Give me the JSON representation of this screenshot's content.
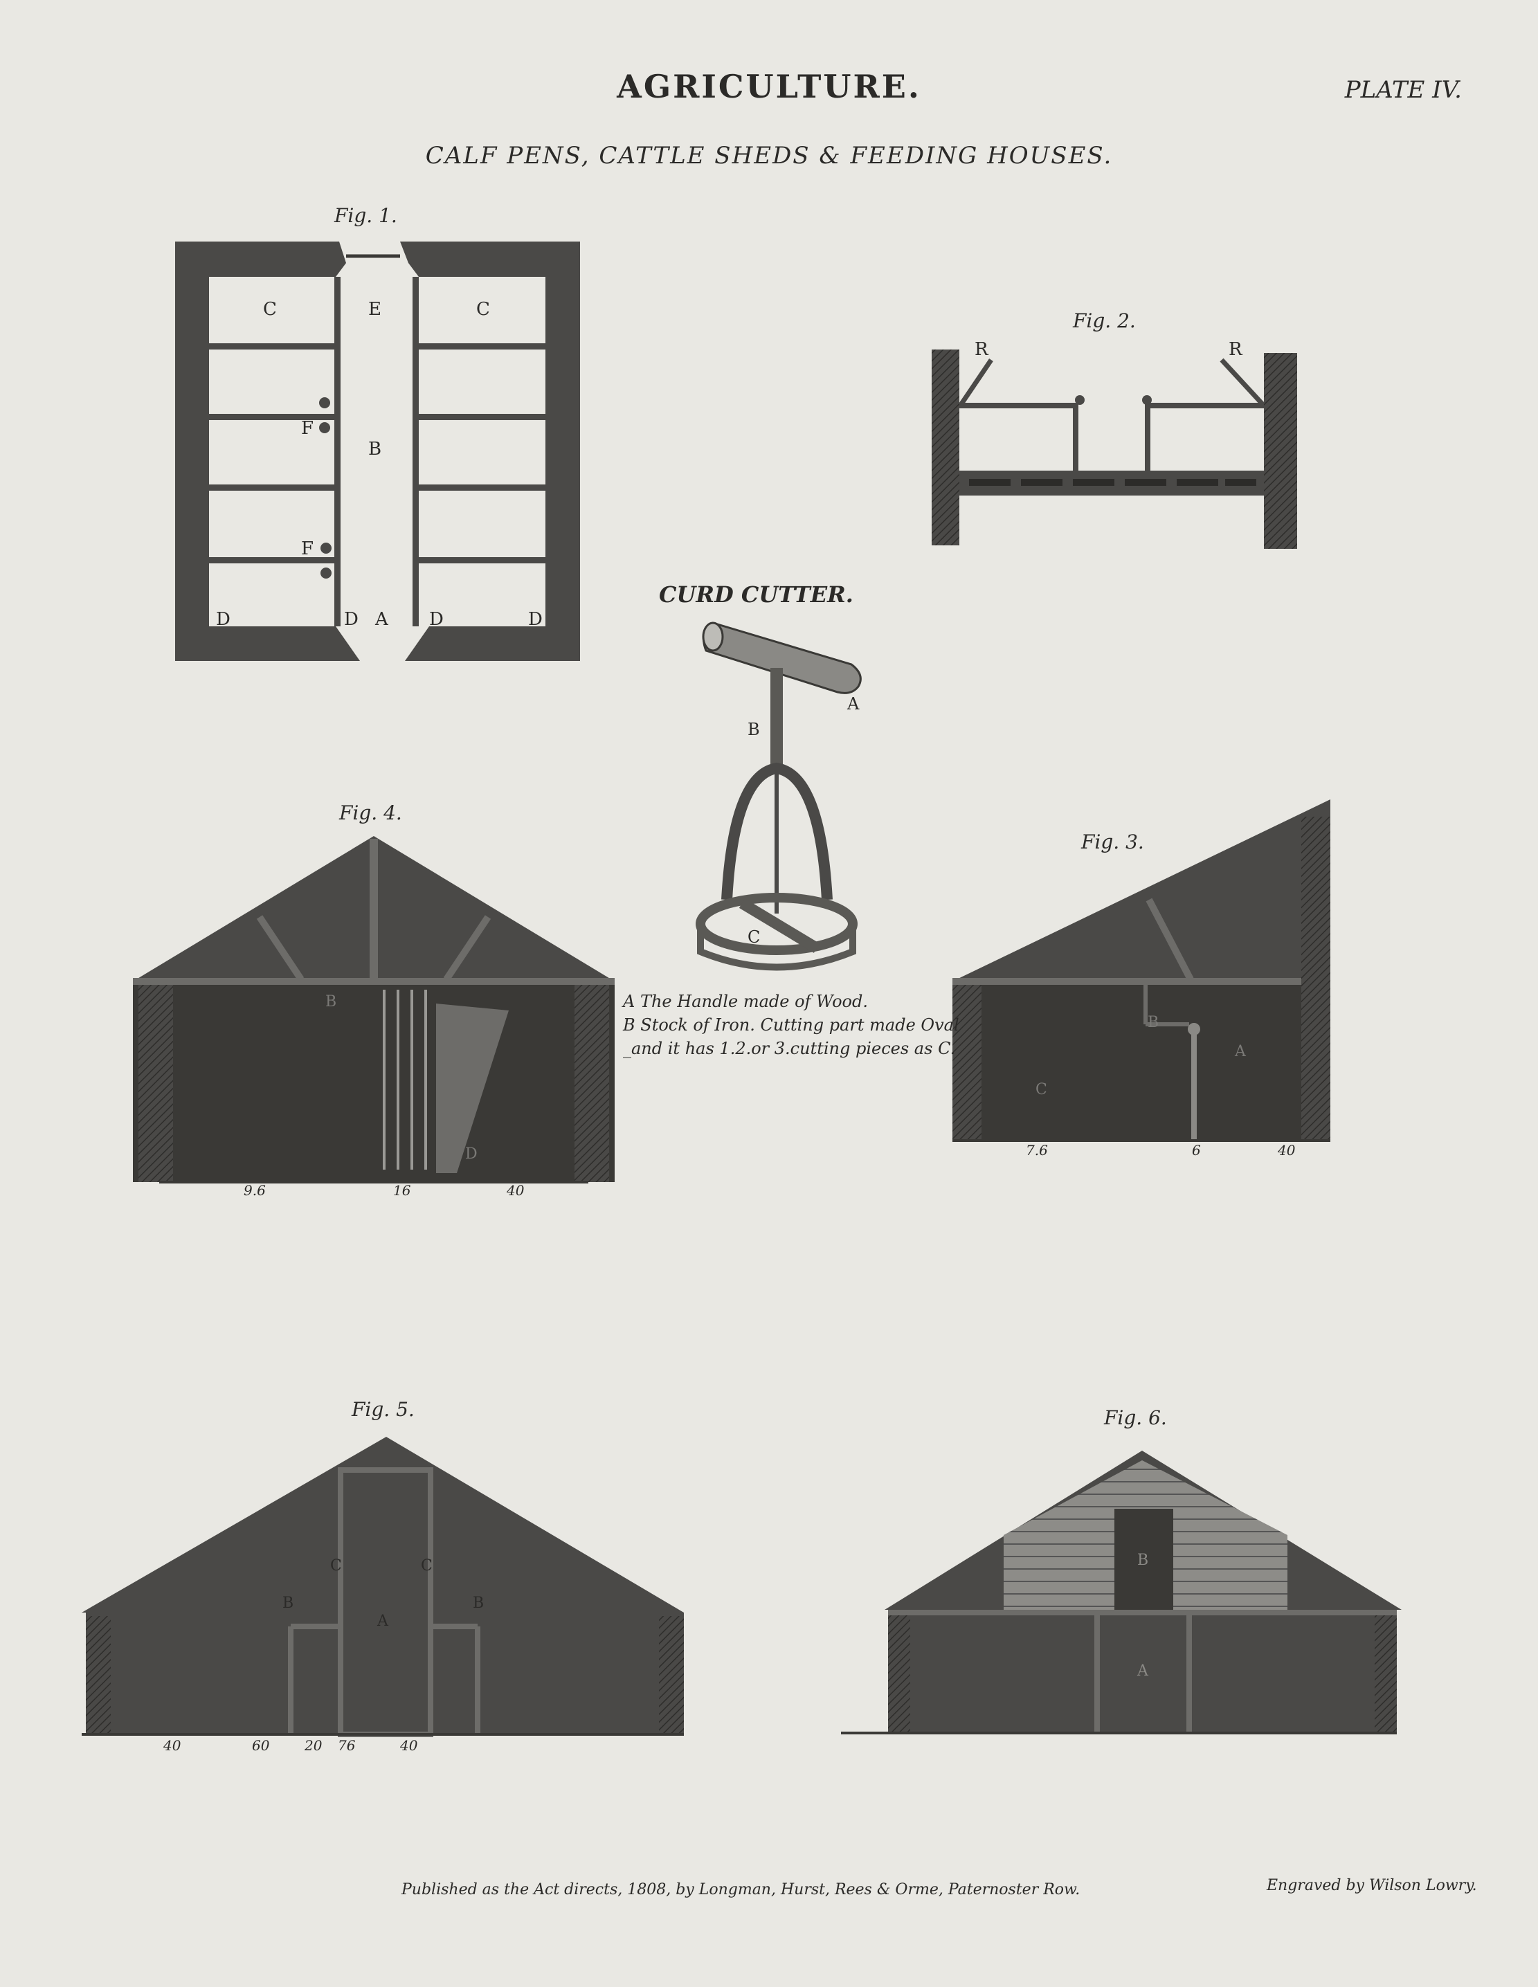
{
  "header": {
    "title": "AGRICULTURE.",
    "plate": "PLATE IV.",
    "subtitle": "CALF PENS, CATTLE SHEDS & FEEDING HOUSES."
  },
  "figures": {
    "fig1": {
      "label": "Fig. 1.",
      "letters": [
        "C",
        "E",
        "C",
        "F",
        "B",
        "F",
        "D",
        "D",
        "A",
        "D",
        "D"
      ]
    },
    "fig2": {
      "label": "Fig. 2.",
      "letters": [
        "R",
        "R"
      ]
    },
    "fig3": {
      "label": "Fig. 3.",
      "letters": [
        "B",
        "A",
        "C"
      ],
      "measures": [
        "7.6",
        "6",
        "40"
      ]
    },
    "fig4": {
      "label": "Fig. 4.",
      "letters": [
        "B",
        "D"
      ],
      "measures": [
        "9.6",
        "16",
        "40"
      ]
    },
    "fig5": {
      "label": "Fig. 5.",
      "letters": [
        "C",
        "C",
        "B",
        "A",
        "B"
      ],
      "measures": [
        "40",
        "60",
        "20",
        "76",
        "40"
      ]
    },
    "fig6": {
      "label": "Fig. 6.",
      "letters": [
        "B",
        "A"
      ]
    }
  },
  "curd_cutter": {
    "title": "CURD CUTTER.",
    "letters": [
      "A",
      "B",
      "C"
    ],
    "legend": [
      "A The Handle made of Wood.",
      "B Stock of Iron. Cutting part made Oval",
      "_and it has 1.2.or 3.cutting pieces as C."
    ]
  },
  "footer": {
    "published": "Published as the Act directs, 1808, by Longman, Hurst, Rees & Orme, Paternoster Row.",
    "engraved": "Engraved by Wilson Lowry."
  },
  "colors": {
    "paper": "#e9e8e3",
    "ink": "#3a3936",
    "fill": "#4a4947"
  }
}
